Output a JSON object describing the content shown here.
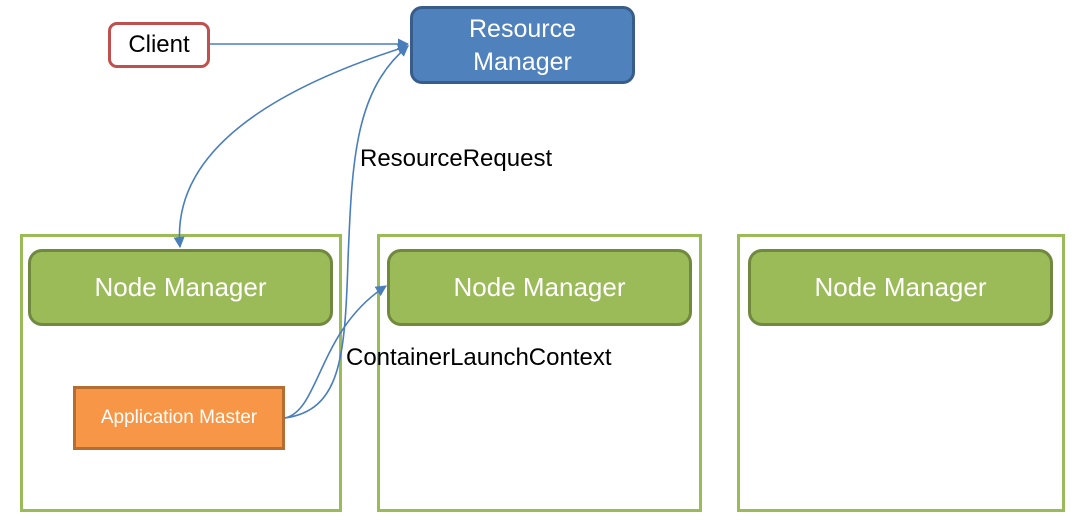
{
  "client": {
    "label": "Client"
  },
  "resource_manager": {
    "line1": "Resource",
    "line2": "Manager"
  },
  "nodes": [
    {
      "node_manager_label": "Node Manager"
    },
    {
      "node_manager_label": "Node Manager"
    },
    {
      "node_manager_label": "Node Manager"
    }
  ],
  "application_master": {
    "label": "Application Master"
  },
  "edges": {
    "resource_request_label": "ResourceRequest",
    "container_launch_label": "ContainerLaunchContext"
  },
  "colors": {
    "node_green": "#9bbb59",
    "resource_manager_blue": "#4f81bd",
    "client_red": "#c0504d",
    "application_master_orange": "#f79646",
    "arrow_blue": "#4a7ebb"
  }
}
